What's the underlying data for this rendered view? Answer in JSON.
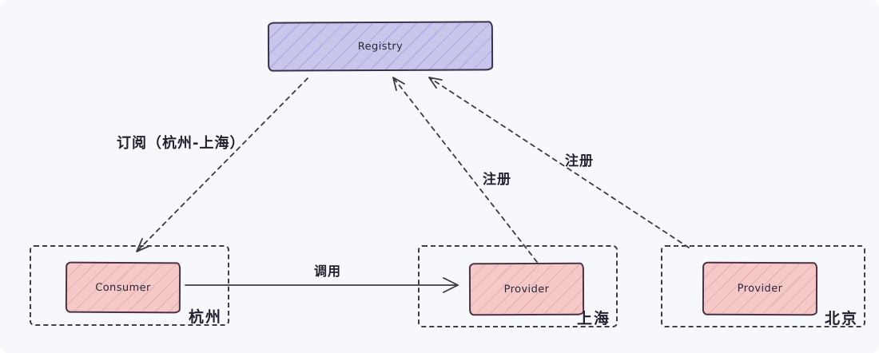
{
  "nodes": {
    "registry": "Registry",
    "consumer": "Consumer",
    "provider_shanghai": "Provider",
    "provider_beijing": "Provider"
  },
  "regions": {
    "hangzhou": "杭州",
    "shanghai": "上海",
    "beijing": "北京"
  },
  "edges": {
    "subscribe": "订阅（杭州-上海）",
    "register_shanghai": "注册",
    "register_beijing": "注册",
    "invoke": "调用"
  },
  "colors": {
    "background": "#f7f8fb",
    "registry_fill": "#c9c6ec",
    "registry_border": "#3a3350",
    "node_fill": "#f4c9c8",
    "node_border": "#4a3345",
    "dashed_box_border": "#3e3e44",
    "arrow": "#3b3b40",
    "text": "#232130"
  }
}
